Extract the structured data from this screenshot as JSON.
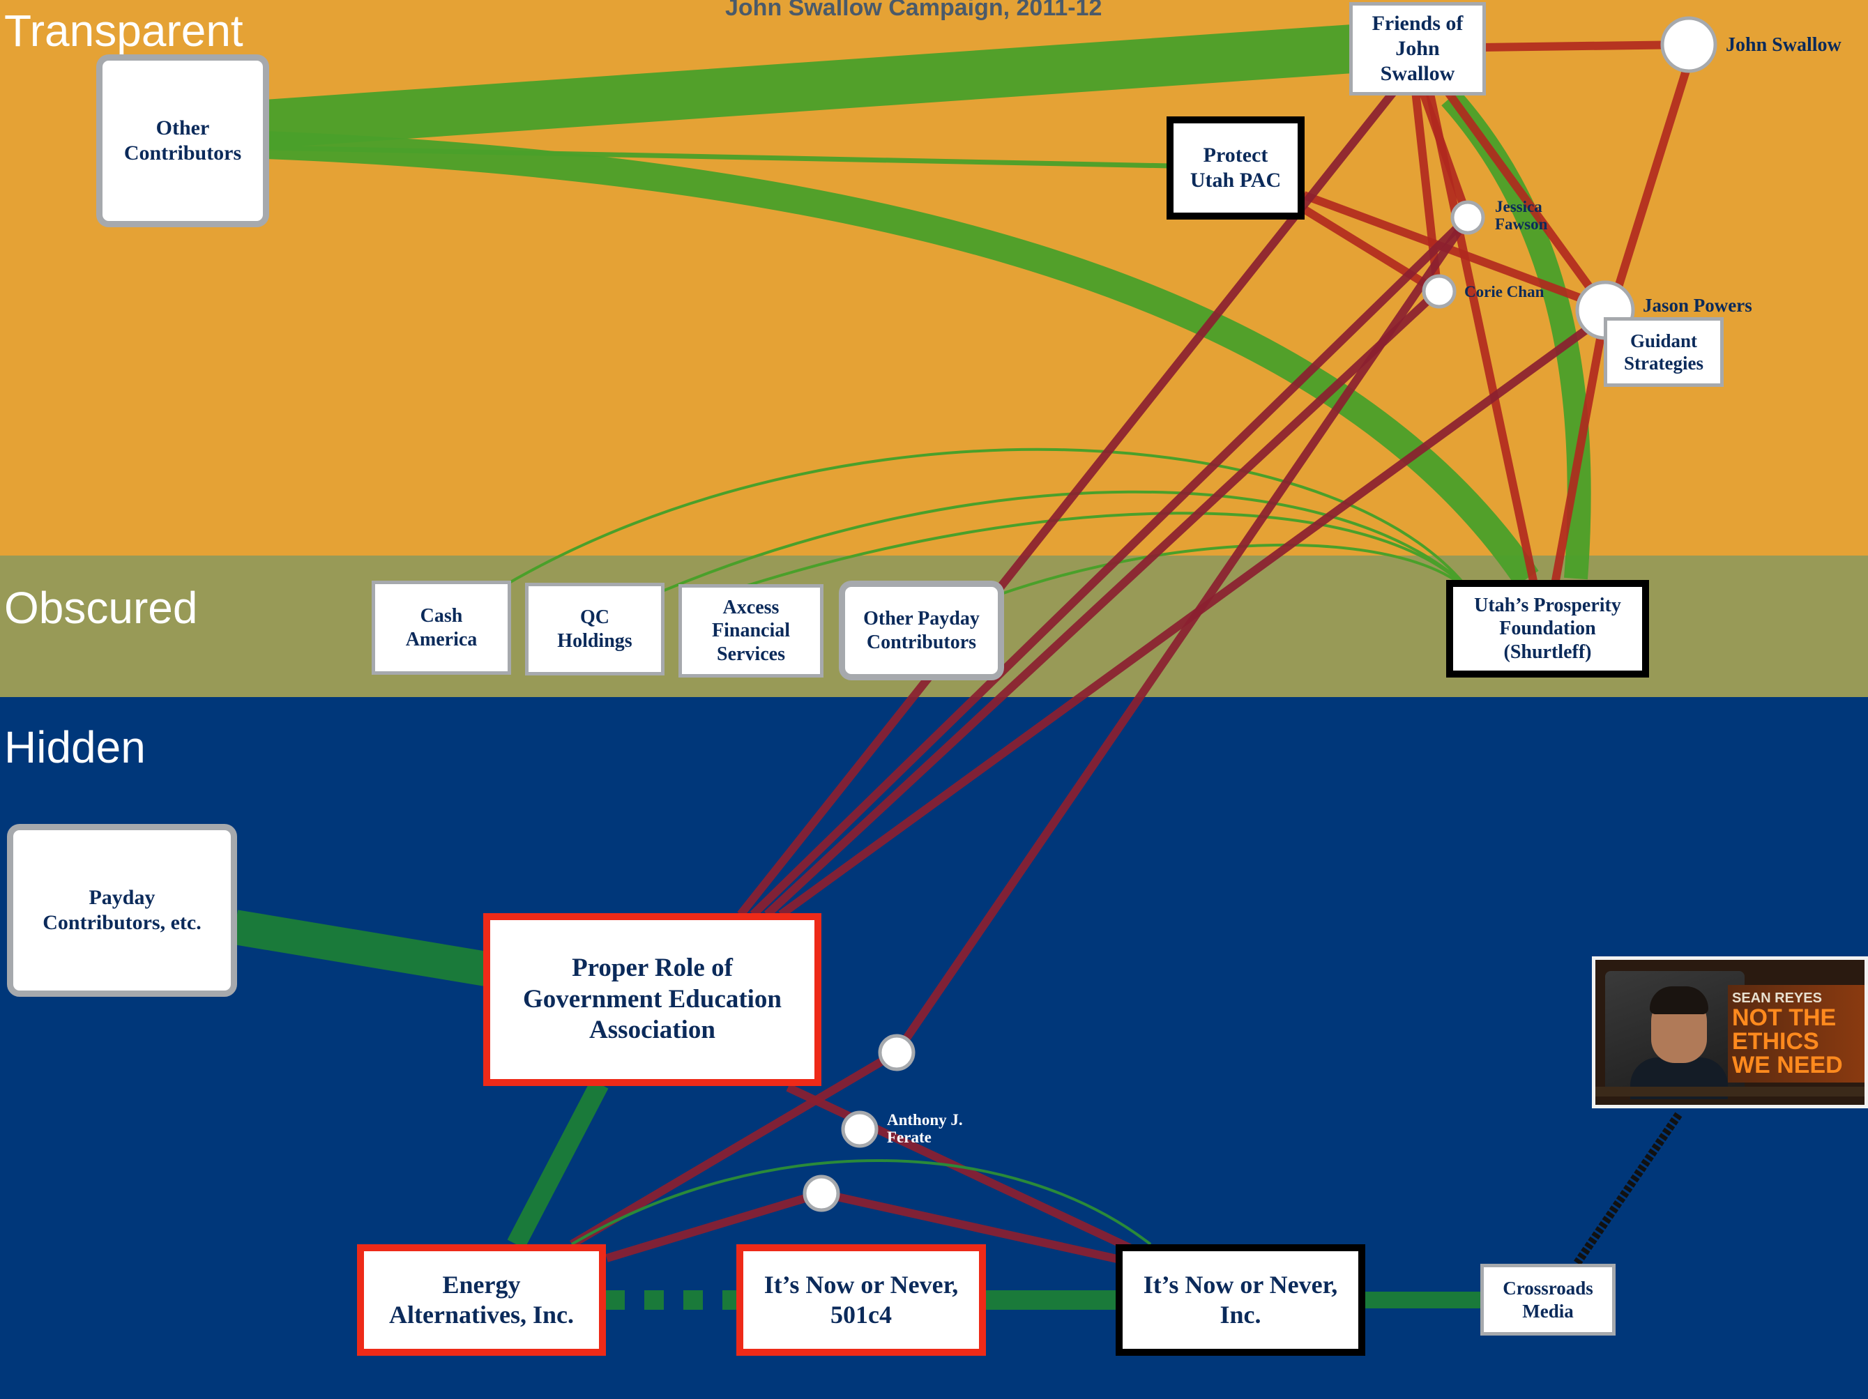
{
  "title": "John Swallow Campaign, 2011-12",
  "bands": {
    "transparent": "Transparent",
    "obscured": "Obscured",
    "hidden": "Hidden"
  },
  "nodes": {
    "other_contributors": "Other\nContributors",
    "friends_swallow": "Friends of\nJohn\nSwallow",
    "protect_utah": "Protect\nUtah PAC",
    "guidant": "Guidant\nStrategies",
    "cash_america": "Cash\nAmerica",
    "qc_holdings": "QC\nHoldings",
    "axcess": "Axcess\nFinancial\nServices",
    "other_payday": "Other Payday\nContributors",
    "utahs_prosperity": "Utah’s Prosperity\nFoundation\n(Shurtleff)",
    "payday_contributors": "Payday\nContributors, etc.",
    "proper_role": "Proper Role of\nGovernment Education\nAssociation",
    "energy_alternatives": "Energy\nAlternatives, Inc.",
    "now_or_never_501": "It’s Now or Never,\n501c4",
    "now_or_never_inc": "It’s Now or Never,\nInc.",
    "crossroads": "Crossroads\nMedia"
  },
  "people": {
    "john_swallow": "John Swallow",
    "jessica_fawson": "Jessica\nFawson",
    "corie_chan": "Corie Chan",
    "jason_powers": "Jason Powers",
    "anthony_ferate": "Anthony J.\nFerate"
  },
  "video": {
    "headline_small": "SEAN REYES",
    "headline_big": "NOT THE\nETHICS\nWE NEED"
  },
  "colors": {
    "transparent_band": "#e5a235",
    "obscured_band": "#989a57",
    "hidden_band": "#00377a",
    "money_flow": "#4aa02a",
    "hidden_money_flow": "#1a7a3a",
    "person_link": "#b0281e",
    "hidden_person_link": "#8b2030",
    "highlight_border": "#ee2a18"
  }
}
